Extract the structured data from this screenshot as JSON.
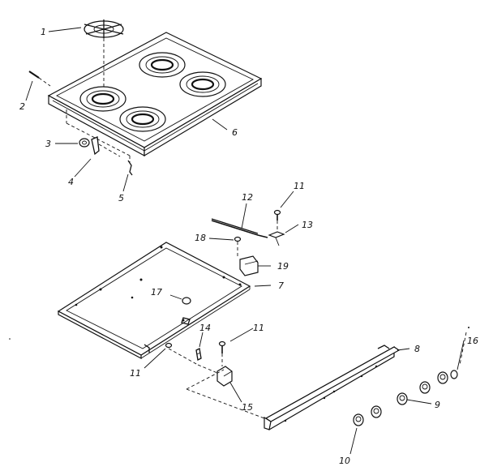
{
  "callouts": [
    {
      "id": "c1",
      "label": "1"
    },
    {
      "id": "c2",
      "label": "2"
    },
    {
      "id": "c3",
      "label": "3"
    },
    {
      "id": "c4",
      "label": "4"
    },
    {
      "id": "c5",
      "label": "5"
    },
    {
      "id": "c6",
      "label": "6"
    },
    {
      "id": "c7",
      "label": "7"
    },
    {
      "id": "c8",
      "label": "8"
    },
    {
      "id": "c9",
      "label": "9"
    },
    {
      "id": "c10",
      "label": "10"
    },
    {
      "id": "c11a",
      "label": "11"
    },
    {
      "id": "c11b",
      "label": "11"
    },
    {
      "id": "c11c",
      "label": "11"
    },
    {
      "id": "c12",
      "label": "12"
    },
    {
      "id": "c13",
      "label": "13"
    },
    {
      "id": "c14",
      "label": "14"
    },
    {
      "id": "c15",
      "label": "15"
    },
    {
      "id": "c16",
      "label": "16"
    },
    {
      "id": "c17",
      "label": "17"
    },
    {
      "id": "c18",
      "label": "18"
    },
    {
      "id": "c19",
      "label": "19"
    }
  ]
}
